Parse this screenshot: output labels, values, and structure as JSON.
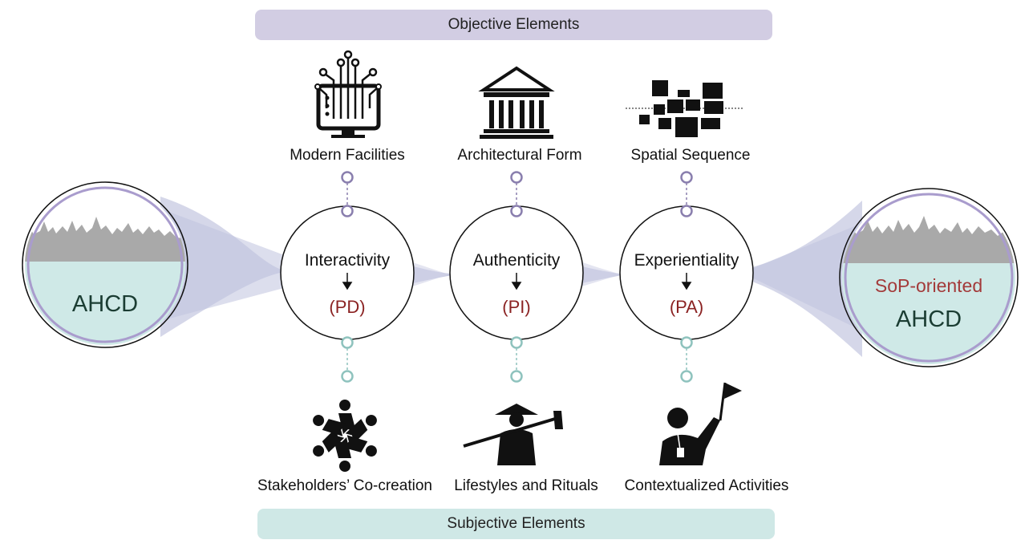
{
  "banners": {
    "objective": "Objective Elements",
    "subjective": "Subjective Elements"
  },
  "objective_elements": [
    {
      "label": "Modern Facilities",
      "icon": "computer-circuit-icon"
    },
    {
      "label": "Architectural Form",
      "icon": "classical-building-icon"
    },
    {
      "label": "Spatial Sequence",
      "icon": "spatial-blocks-icon"
    }
  ],
  "subjective_elements": [
    {
      "label": "Stakeholders’ Co-creation",
      "icon": "people-circle-icon"
    },
    {
      "label": "Lifestyles and Rituals",
      "icon": "farmer-with-hoe-icon"
    },
    {
      "label": "Contextualized Activities",
      "icon": "guide-with-flag-icon"
    }
  ],
  "stages": [
    {
      "quality": "Interactivity",
      "code": "(PD)"
    },
    {
      "quality": "Authenticity",
      "code": "(PI)"
    },
    {
      "quality": "Experientiality",
      "code": "(PA)"
    }
  ],
  "start": {
    "label": "AHCD"
  },
  "end": {
    "prefix": "SoP-oriented",
    "label": "AHCD"
  },
  "colors": {
    "objective": "#d2cde3",
    "subjective": "#cfe8e6",
    "flow": "#c7c9e2",
    "objective_node": "#8a7fae",
    "subjective_node": "#8fc3be",
    "code_text": "#8b2323",
    "water": "#cfe9e7",
    "skyline": "#a9a9a9",
    "ring": "#a99ccd"
  }
}
